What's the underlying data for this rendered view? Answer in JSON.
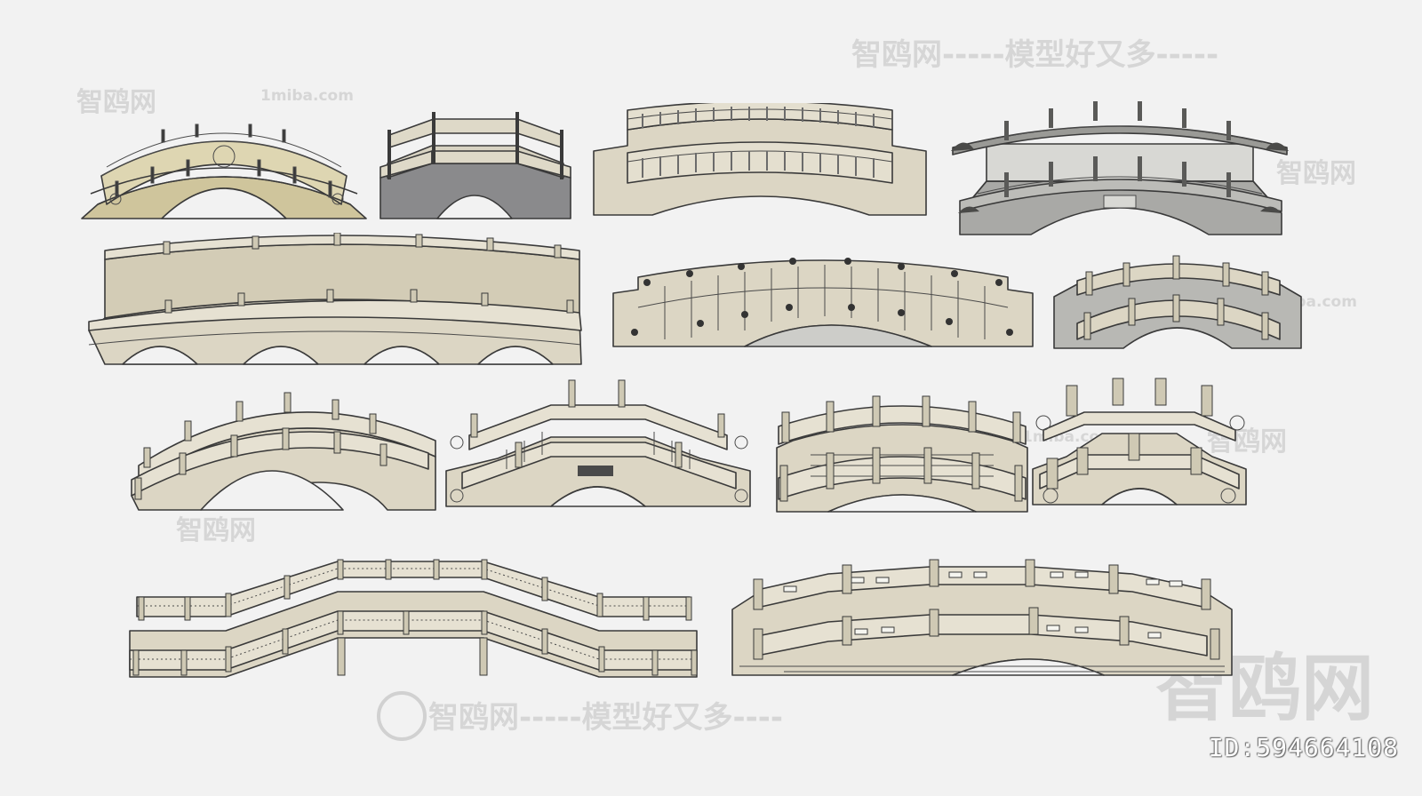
{
  "watermarks": {
    "top_right": "智鸥网-----模型好又多-----",
    "top_left_brand": "智鸥网",
    "site": "1miba.com",
    "bottom_center": "智鸥网-----模型好又多----",
    "mid_right": "智鸥网",
    "mid_left": "智鸥网",
    "big_logo": "智鸥网",
    "id_label": "ID:594664108"
  },
  "bridges": [
    {
      "name": "yellow-arched-stone-bridge"
    },
    {
      "name": "brick-stair-bridge"
    },
    {
      "name": "long-balustrade-bridge"
    },
    {
      "name": "grey-ornate-bridge"
    },
    {
      "name": "four-arch-flat-bridge"
    },
    {
      "name": "wavy-parapet-bridge"
    },
    {
      "name": "grey-small-arch-bridge"
    },
    {
      "name": "high-arch-bridge"
    },
    {
      "name": "stepped-plaque-bridge"
    },
    {
      "name": "panel-rail-bridge"
    },
    {
      "name": "post-rail-bridge"
    },
    {
      "name": "zigzag-pier-bridge"
    },
    {
      "name": "long-panel-bridge"
    }
  ],
  "colors": {
    "stone": "#dcd6c4",
    "stone_dark": "#c9c2ad",
    "yellow_stone": "#d8cfa6",
    "grey_stone": "#b8b8b4",
    "brick": "#8a8a8c",
    "outline": "#3a3a3a",
    "background": "#f2f2f2"
  }
}
